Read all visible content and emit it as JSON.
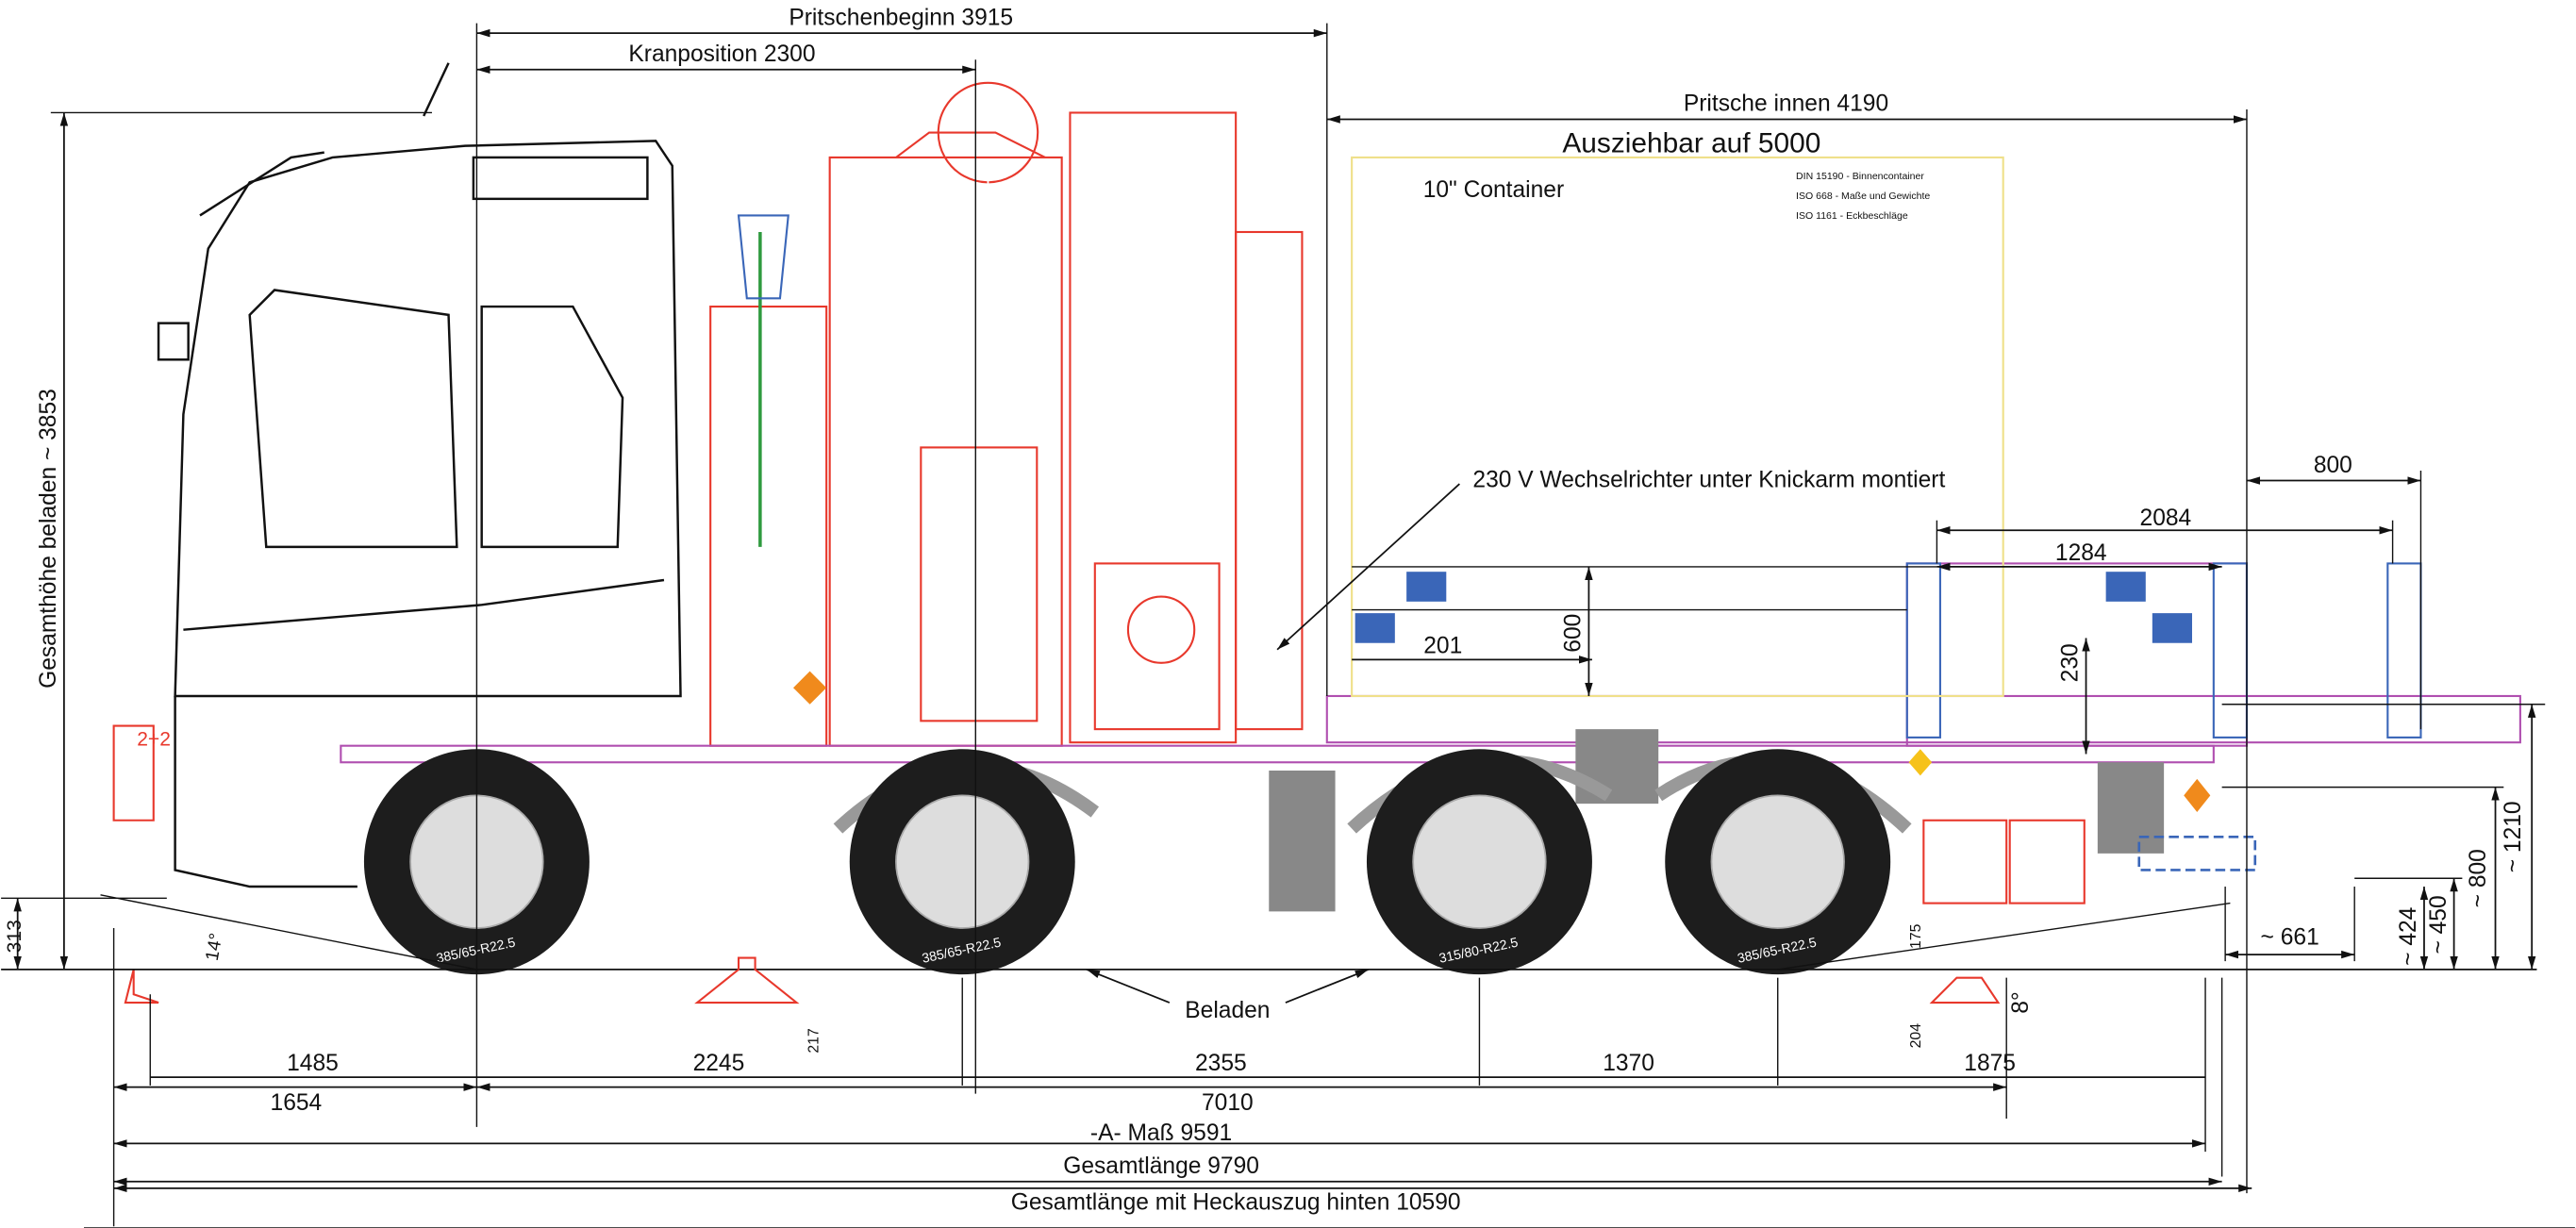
{
  "drawing": {
    "top_dimensions": {
      "bed_start": "Pritschenbeginn 3915",
      "crane_position": "Kranposition 2300",
      "bed_inner": "Pritsche innen 4190",
      "extendable": "Ausziehbar auf 5000"
    },
    "container": {
      "title": "10\" Container",
      "standards": [
        "DIN 15190 - Binnencontainer",
        "ISO 668 - Maße und Gewichte",
        "ISO 1161 - Eckbeschläge"
      ]
    },
    "annotations": {
      "inverter": "230 V Wechselrichter unter Knickarm montiert",
      "loaded": "Beladen",
      "front_marker": "2+2",
      "approach_angle": "14°",
      "departure_angle": "8°"
    },
    "height_dimensions": {
      "total_height": "Gesamthöhe beladen ~ 3853",
      "front_overhang_height": "313",
      "h1210": "~ 1210",
      "h800": "~ 800",
      "h450": "~ 450",
      "h424": "~ 424",
      "h600": "600",
      "h230": "230",
      "h217": "217",
      "h175": "175",
      "h204": "204"
    },
    "bed_dimensions": {
      "d800": "800",
      "d2084": "2084",
      "d1284": "1284",
      "d201": "201",
      "d661": "~ 661"
    },
    "tires": [
      "385/65-R22.5",
      "385/65-R22.5",
      "315/80-R22.5",
      "385/65-R22.5"
    ],
    "bottom_dimensions": {
      "axle_spacing": [
        "1485",
        "2245",
        "2355",
        "1370",
        "1875"
      ],
      "front_overhang": "1654",
      "wheelbase": "7010",
      "a_dimension": "-A-  Maß 9591",
      "total_length": "Gesamtlänge 9790",
      "total_length_extended": "Gesamtlänge mit Heckauszug hinten 10590"
    },
    "colors": {
      "crane": "#e8382c",
      "bed": "#b04fb0",
      "boxes": "#3a66b8",
      "container": "#efe08a"
    }
  }
}
